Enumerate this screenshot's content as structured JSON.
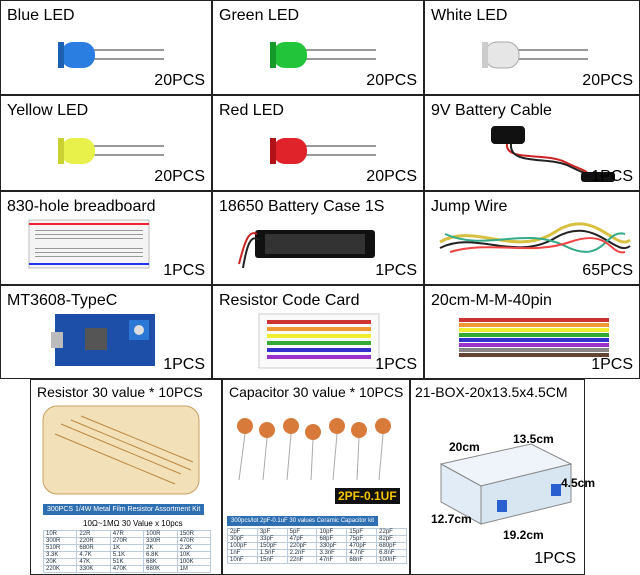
{
  "items": [
    {
      "title": "Blue LED",
      "qty": "20PCS"
    },
    {
      "title": "Green LED",
      "qty": "20PCS"
    },
    {
      "title": "White LED",
      "qty": "20PCS"
    },
    {
      "title": "Yellow LED",
      "qty": "20PCS"
    },
    {
      "title": "Red LED",
      "qty": "20PCS"
    },
    {
      "title": "9V Battery Cable",
      "qty": "1PCS"
    },
    {
      "title": "830-hole breadboard",
      "qty": "1PCS"
    },
    {
      "title": "18650 Battery Case 1S",
      "qty": "1PCS"
    },
    {
      "title": "Jump Wire",
      "qty": "65PCS"
    },
    {
      "title": "MT3608-TypeC",
      "qty": "1PCS"
    },
    {
      "title": "Resistor Code Card",
      "qty": "1PCS"
    },
    {
      "title": "20cm-M-M-40pin",
      "qty": "1PCS"
    }
  ],
  "resistor": {
    "title": "Resistor  30 value * 10PCS",
    "kit_header": "300PCS 1/4W Metal Film Resistor Assortment Kit",
    "kit_sub": "10Ω~1MΩ 30 Value x 10pcs",
    "rows": [
      [
        "10R",
        "22R",
        "47R",
        "100R",
        "150R"
      ],
      [
        "300R",
        "220R",
        "270R",
        "330R",
        "470R"
      ],
      [
        "510R",
        "680R",
        "1K",
        "2K",
        "2.2K"
      ],
      [
        "3.3K",
        "4.7K",
        "5.1K",
        "6.8K",
        "10K"
      ],
      [
        "20K",
        "47K",
        "51K",
        "68K",
        "100K"
      ],
      [
        "220K",
        "330K",
        "470K",
        "680K",
        "1M"
      ]
    ]
  },
  "capacitor": {
    "title": "Capacitor 30 value * 10PCS",
    "badge": "2PF-0.1UF",
    "kit_header": "300pcs/lot 2pF-0.1uF 30 values Ceramic Capacitor kit",
    "rows": [
      [
        "2pF",
        "3pF",
        "5pF",
        "10pF",
        "15pF",
        "22pF"
      ],
      [
        "30pF",
        "33pF",
        "47pF",
        "68pF",
        "75pF",
        "82pF"
      ],
      [
        "100pF",
        "150pF",
        "220pF",
        "330pF",
        "470pF",
        "680pF"
      ],
      [
        "1nF",
        "1.5nF",
        "2.2nF",
        "3.3nF",
        "4.7nF",
        "6.8nF"
      ],
      [
        "10nF",
        "15nF",
        "22nF",
        "47nF",
        "68nF",
        "100nF"
      ]
    ]
  },
  "box": {
    "title": "21-BOX-20x13.5x4.5CM",
    "qty": "1PCS",
    "dims": {
      "a": "20cm",
      "b": "13.5cm",
      "c": "4.5cm",
      "d": "12.7cm",
      "e": "19.2cm"
    }
  },
  "colors": {
    "blue_led": "#2a7de1",
    "green_led": "#22c43a",
    "white_led": "#e6e6e6",
    "yellow_led": "#e8f04a",
    "red_led": "#e0222a",
    "kit_blue": "#2e6fb2",
    "badge": "#f3c400"
  }
}
